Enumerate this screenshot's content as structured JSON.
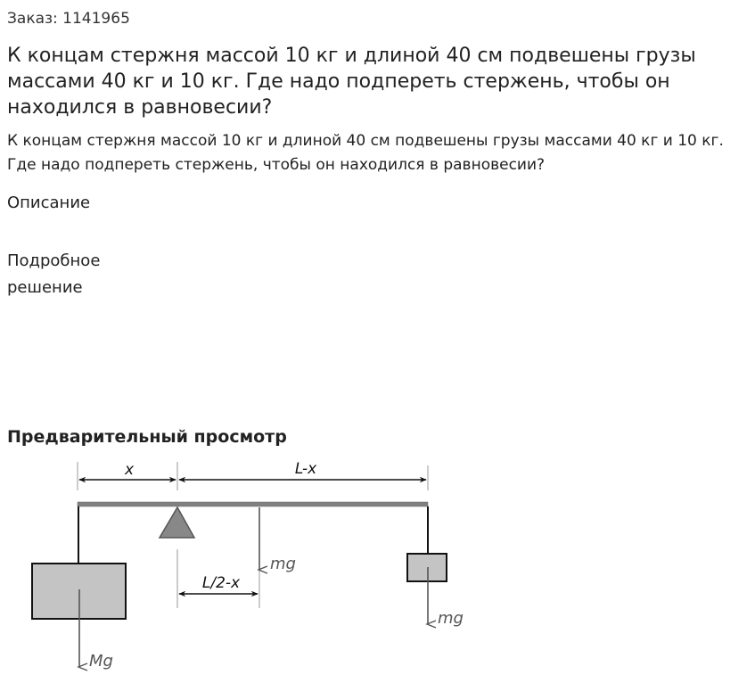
{
  "order": {
    "text": "Заказ: 1141965"
  },
  "problem": {
    "title": "К концам стержня массой 10 кг и длиной 40 см подвешены грузы массами 40 кг и 10 кг. Где надо подпереть стержень, чтобы он находился в равновесии?",
    "text": "К концам стержня массой 10 кг и длиной 40 см подвешены грузы массами 40 кг и 10 кг. Где надо подпереть стержень, чтобы он находился в равновесии?"
  },
  "sections": {
    "description_label": "Описание",
    "solution_label": "Подробное решение"
  },
  "preview": {
    "title": "Предварительный просмотр",
    "diagram": {
      "label_x": "x",
      "label_l_minus_x": "L-x",
      "label_half_l_minus_x": "L/2-x",
      "label_rod_force": "mg",
      "label_small_load_force": "mg",
      "label_big_load_force": "Mg",
      "colors": {
        "rod": "#808080",
        "pivot": "#888888",
        "load_fill": "#c4c4c4",
        "force_arrow": "#555555",
        "outline": "#111111"
      }
    }
  }
}
